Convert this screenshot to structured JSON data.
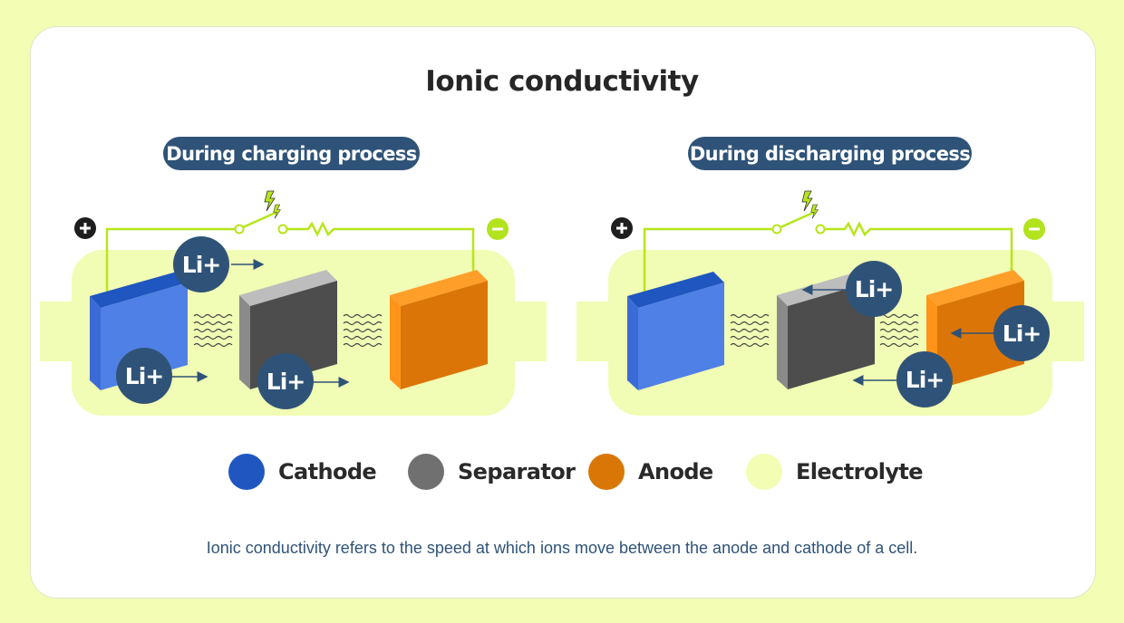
{
  "title": "Ionic conductivity",
  "panels": {
    "charging": {
      "label": "During charging process"
    },
    "discharging": {
      "label": "During discharging process"
    }
  },
  "ion_label": "Li+",
  "legend": [
    {
      "label": "Cathode",
      "color": "#1f56c0"
    },
    {
      "label": "Separator",
      "color": "#707070"
    },
    {
      "label": "Anode",
      "color": "#d97706"
    },
    {
      "label": "Electrolyte",
      "color": "#f3fdb3"
    }
  ],
  "colors": {
    "cathode_front": "#4f80e6",
    "cathode_top": "#1f56c0",
    "separator_front": "#4d4d4d",
    "separator_top": "#bdbdbd",
    "anode_front": "#db7508",
    "anode_top": "#ff9f2a",
    "electrolyte": "#f1fcb4",
    "ion": "#2f5378",
    "wire": "#b7e51a",
    "positive_terminal": "#1e1e1e",
    "negative_terminal": "#b2e31c"
  },
  "caption": "Ionic conductivity refers to the speed at which ions move between the anode and cathode of a cell."
}
